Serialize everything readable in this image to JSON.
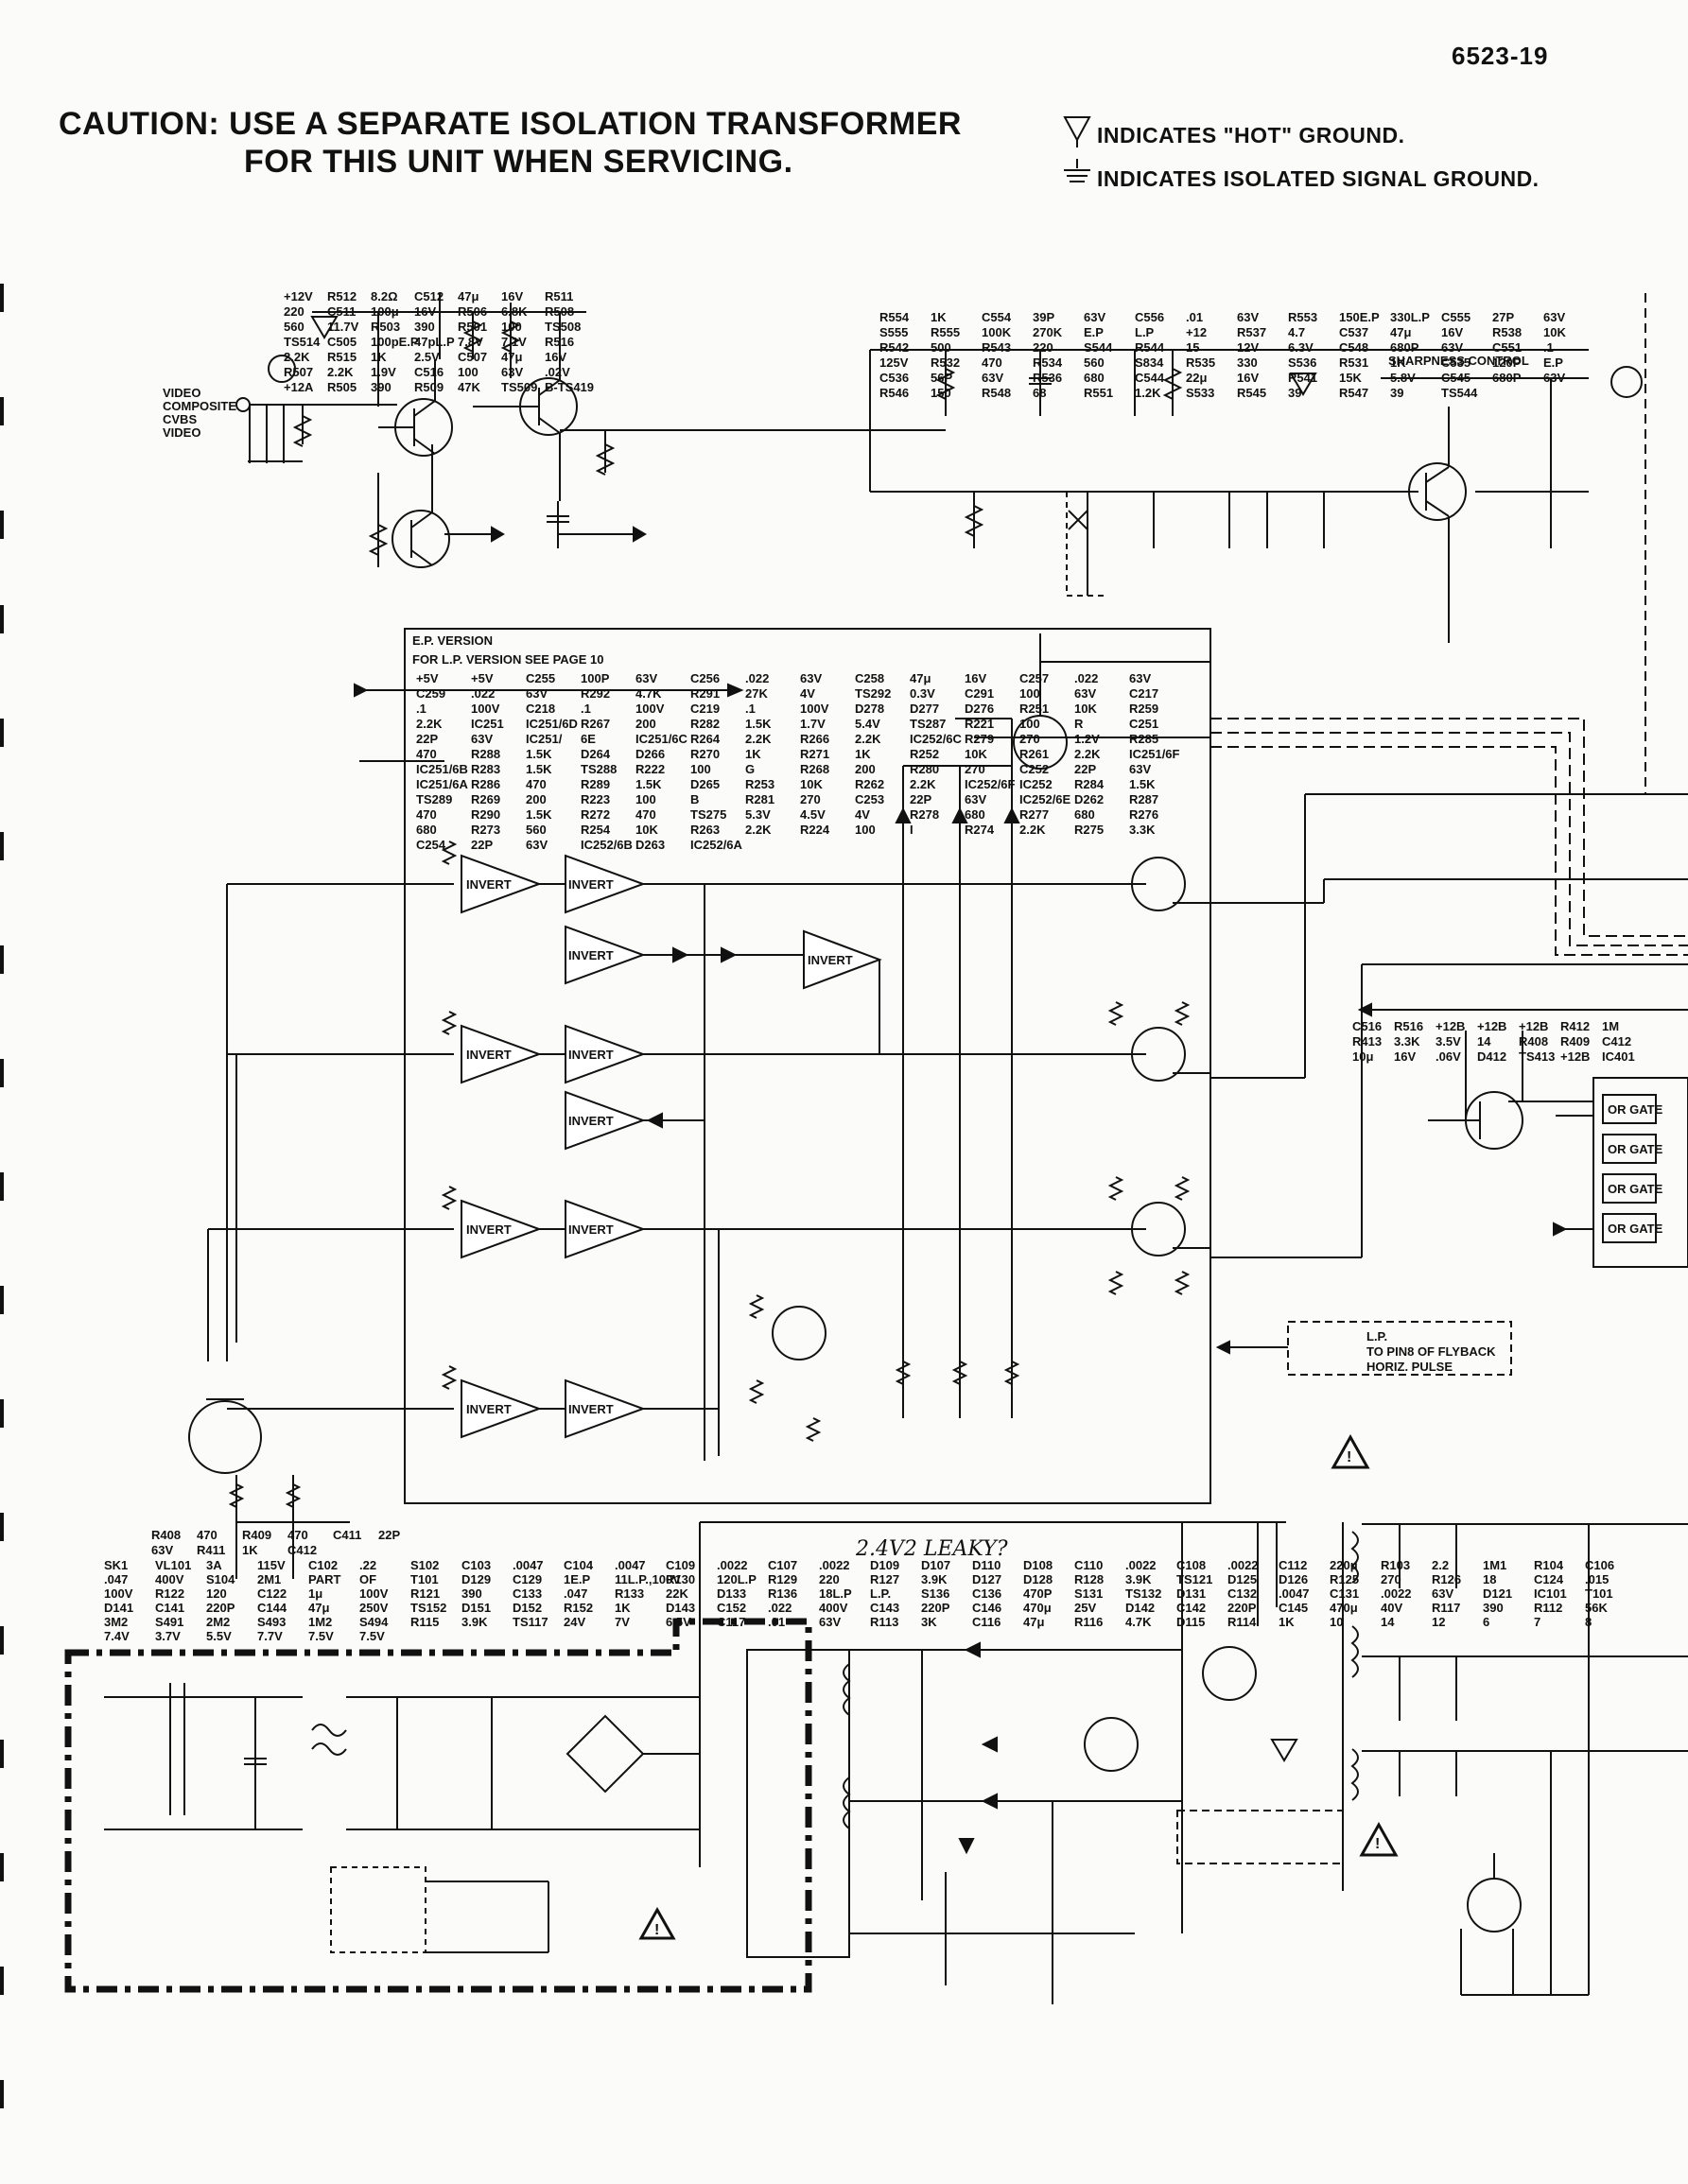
{
  "header": {
    "page_number": "6523-19",
    "caution_line1": "CAUTION: USE A SEPARATE ISOLATION TRANSFORMER",
    "caution_line2": "FOR THIS UNIT WHEN SERVICING.",
    "legend_hot": "INDICATES \"HOT\" GROUND.",
    "legend_isolated": "INDICATES ISOLATED SIGNAL GROUND."
  },
  "video_stage": {
    "input_labels": [
      "VIDEO",
      "COMPOSITE",
      "CVBS",
      "VIDEO"
    ],
    "labels": [
      "+12V",
      "R512",
      "8.2Ω",
      "C512",
      "47μ",
      "16V",
      "R511",
      "220",
      "C511",
      "100μ",
      "16V",
      "R506",
      "6.8K",
      "R508",
      "560",
      "11.7V",
      "R503",
      "390",
      "R501",
      "100",
      "TS508",
      "TS514",
      "C505",
      "100pE.P",
      "47pL.P",
      "7.8V",
      "7.1V",
      "R516",
      "2.2K",
      "R515",
      "1K",
      "2.5V",
      "C507",
      "47μ",
      "16V",
      "R507",
      "2.2K",
      "1.9V",
      "C516",
      "100",
      "63V",
      ".02V",
      "+12A",
      "R505",
      "390",
      "R509",
      "47K",
      "TS509",
      "B-TS419"
    ]
  },
  "sharpness_stage": {
    "title": "SHARPNESS CONTROL",
    "labels": [
      "R554",
      "1K",
      "C554",
      "39P",
      "63V",
      "C556",
      ".01",
      "63V",
      "R553",
      "150E.P",
      "330L.P",
      "C555",
      "27P",
      "63V",
      "S555",
      "R555",
      "100K",
      "270K",
      "E.P",
      "L.P",
      "+12",
      "R537",
      "4.7",
      "C537",
      "47μ",
      "16V",
      "R538",
      "10K",
      "R542",
      "500",
      "R543",
      "220",
      "S544",
      "R544",
      "15",
      "12V",
      "6.3V",
      "C548",
      "680P",
      "63V",
      "C551",
      ".1",
      "125V",
      "R532",
      "470",
      "R534",
      "560",
      "S834",
      "R535",
      "330",
      "S536",
      "R531",
      "1K",
      "C535",
      "120P",
      "E.P",
      "C536",
      "56P",
      "63V",
      "R536",
      "680",
      "C544",
      "22μ",
      "16V",
      "R541",
      "15K",
      "5.8V",
      "C545",
      "680P",
      "63V",
      "R546",
      "150",
      "R548",
      "68",
      "R551",
      "1.2K",
      "S533",
      "R545",
      "39",
      "R547",
      "39",
      "TS544"
    ]
  },
  "rgb_matrix": {
    "box_title": "E.P. VERSION",
    "box_note": "FOR L.P. VERSION SEE PAGE 10",
    "gate_label": "INVERT",
    "labels": [
      "+5V",
      "+5V",
      "C255",
      "100P",
      "63V",
      "C256",
      ".022",
      "63V",
      "C258",
      "47μ",
      "16V",
      "C257",
      ".022",
      "63V",
      "C259",
      ".022",
      "63V",
      "R292",
      "4.7K",
      "R291",
      "27K",
      "4V",
      "TS292",
      "0.3V",
      "C291",
      "100",
      "63V",
      "C217",
      ".1",
      "100V",
      "C218",
      ".1",
      "100V",
      "C219",
      ".1",
      "100V",
      "D278",
      "D277",
      "D276",
      "R251",
      "10K",
      "R259",
      "2.2K",
      "IC251",
      "IC251/6D",
      "R267",
      "200",
      "R282",
      "1.5K",
      "1.7V",
      "5.4V",
      "TS287",
      "R221",
      "100",
      "R",
      "C251",
      "22P",
      "63V",
      "IC251/",
      "6E",
      "IC251/6C",
      "R264",
      "2.2K",
      "R266",
      "2.2K",
      "IC252/6C",
      "R279",
      "270",
      "1.2V",
      "R285",
      "470",
      "R288",
      "1.5K",
      "D264",
      "D266",
      "R270",
      "1K",
      "R271",
      "1K",
      "R252",
      "10K",
      "R261",
      "2.2K",
      "IC251/6F",
      "IC251/6B",
      "R283",
      "1.5K",
      "TS288",
      "R222",
      "100",
      "G",
      "R268",
      "200",
      "R280",
      "270",
      "C252",
      "22P",
      "63V",
      "IC251/6A",
      "R286",
      "470",
      "R289",
      "1.5K",
      "D265",
      "R253",
      "10K",
      "R262",
      "2.2K",
      "IC252/6F",
      "IC252",
      "R284",
      "1.5K",
      "TS289",
      "R269",
      "200",
      "R223",
      "100",
      "B",
      "R281",
      "270",
      "C253",
      "22P",
      "63V",
      "IC252/6E",
      "D262",
      "R287",
      "470",
      "R290",
      "1.5K",
      "R272",
      "470",
      "TS275",
      "5.3V",
      "4.5V",
      "4V",
      "R278",
      "680",
      "R277",
      "680",
      "R276",
      "680",
      "R273",
      "560",
      "R254",
      "10K",
      "R263",
      "2.2K",
      "R224",
      "100",
      "I",
      "R274",
      "2.2K",
      "R275",
      "3.3K",
      "C254",
      "22P",
      "63V",
      "IC252/6B",
      "D263",
      "IC252/6A"
    ],
    "flyback_note": [
      "L.P.",
      "TO PIN8 OF FLYBACK",
      "HORIZ. PULSE"
    ]
  },
  "scart": {
    "labels": [
      "R408",
      "470",
      "R409",
      "470",
      "C411",
      "22P",
      "63V",
      "R411",
      "1K",
      "C412"
    ]
  },
  "or_gates": {
    "gate_label": "OR GATE",
    "labels": [
      "C516",
      "R516",
      "+12B",
      "+12B",
      "+12B",
      "R412",
      "1M",
      "R413",
      "3.3K",
      "3.5V",
      "14",
      "R408",
      "R409",
      "C412",
      "10μ",
      "16V",
      ".06V",
      "D412",
      "TS413",
      "+12B",
      "IC401"
    ]
  },
  "power_supply": {
    "handwritten_note": "2.4V2 LEAKY?",
    "labels": [
      "SK1",
      "VL101",
      "3A",
      "115V",
      "C102",
      ".22",
      "S102",
      "C103",
      ".0047",
      "C104",
      ".0047",
      "C109",
      ".0022",
      "C107",
      ".0022",
      "D109",
      "D107",
      "D110",
      "D108",
      "C110",
      ".0022",
      "C108",
      ".0022",
      "C112",
      "220μ",
      "R103",
      "2.2",
      "1M1",
      "R104",
      "C106",
      ".047",
      "400V",
      "S104",
      "2M1",
      "PART",
      "OF",
      "T101",
      "D129",
      "C129",
      "1E.P",
      "11L.P.,100V",
      "R130",
      "120L.P",
      "R129",
      "220",
      "R127",
      "3.9K",
      "D127",
      "D128",
      "R128",
      "3.9K",
      "TS121",
      "D125",
      "D126",
      "R125",
      "270",
      "R126",
      "18",
      "C124",
      ".015",
      "100V",
      "R122",
      "120",
      "C122",
      "1μ",
      "100V",
      "R121",
      "390",
      "C133",
      ".047",
      "R133",
      "22K",
      "D133",
      "R136",
      "18L.P",
      "L.P.",
      "S136",
      "C136",
      "470P",
      "S131",
      "TS132",
      "D131",
      "C132",
      ".0047",
      "C131",
      ".0022",
      "63V",
      "D121",
      "IC101",
      "T101",
      "D141",
      "C141",
      "220P",
      "C144",
      "47μ",
      "250V",
      "TS152",
      "D151",
      "D152",
      "R152",
      "1K",
      "D143",
      "C152",
      ".022",
      "400V",
      "C143",
      "220P",
      "C146",
      "470μ",
      "25V",
      "D142",
      "C142",
      "220P",
      "C145",
      "470μ",
      "40V",
      "R117",
      "390",
      "R112",
      "56K",
      "3M2",
      "S491",
      "2M2",
      "S493",
      "1M2",
      "S494",
      "R115",
      "3.9K",
      "TS117",
      "24V",
      "7V",
      "6.5V",
      "C117",
      ".01",
      "63V",
      "R113",
      "3K",
      "C116",
      "47μ",
      "R116",
      "4.7K",
      "D115",
      "R114",
      "1K",
      "10",
      "14",
      "12",
      "6",
      "7",
      "8",
      "7.4V",
      "3.7V",
      "5.5V",
      "7.7V",
      "7.5V",
      "7.5V"
    ]
  }
}
